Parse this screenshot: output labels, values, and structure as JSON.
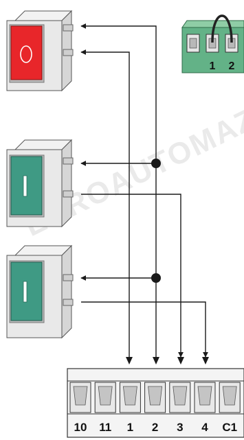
{
  "watermark": "EUROAUTOMAZIONI",
  "colors": {
    "stop_button": "#e8262a",
    "start_button": "#3f9a84",
    "terminal_green": "#63b287",
    "wire": "#1a1a1a"
  },
  "buttons": [
    {
      "kind": "stop",
      "icon": "circle-o-icon"
    },
    {
      "kind": "open",
      "icon": "bar-i-icon"
    },
    {
      "kind": "close",
      "icon": "bar-i-icon"
    }
  ],
  "jumper_terminal": {
    "labels": [
      "1",
      "2"
    ]
  },
  "terminal_block": {
    "labels": [
      "10",
      "11",
      "1",
      "2",
      "3",
      "4",
      "C1"
    ]
  }
}
